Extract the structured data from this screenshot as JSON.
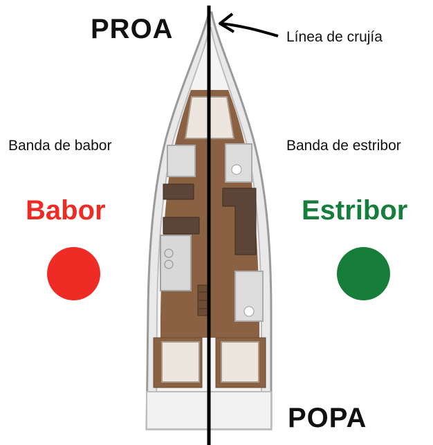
{
  "labels": {
    "bow": "PROA",
    "stern": "POPA",
    "centerline": "Línea de crujía",
    "port_side": "Banda de babor",
    "starboard_side": "Banda de estribor",
    "port": "Babor",
    "starboard": "Estribor"
  },
  "colors": {
    "port_light": "#ee2b24",
    "starboard_light": "#167e3a",
    "deck_wood": "#8a6142",
    "sofa": "#5c4536",
    "hull_outline": "#9a9a9a"
  },
  "icons": {
    "port_light": "red-circle",
    "starboard_light": "green-circle",
    "arrow": "arrow-pointing-to-centerline"
  }
}
